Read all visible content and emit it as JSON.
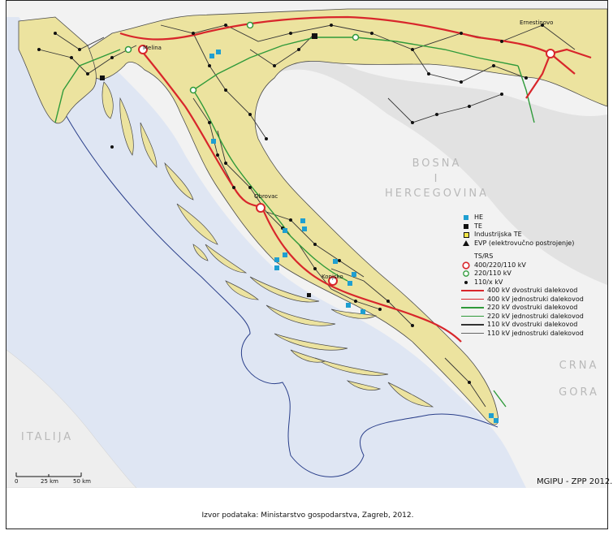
{
  "countries": {
    "bosnia_line1": "BOSNA",
    "bosnia_line2": "I",
    "bosnia_line3": "HERCEGOVINA",
    "montenegro_line1": "CRNA",
    "montenegro_line2": "GORA",
    "italy": "ITALIJA"
  },
  "places": {
    "melina": "Melina",
    "ernestinovo": "Ernestinovo",
    "obrovac": "Obrovac",
    "konjsko": "Konjsko"
  },
  "legend": {
    "plants": [
      {
        "label": "HE",
        "symbol": "square-blue",
        "color": "#1f9fd1"
      },
      {
        "label": "TE",
        "symbol": "square-black",
        "color": "#111111"
      },
      {
        "label": "Industrijska TE",
        "symbol": "square-yellow",
        "color": "#f4e84a"
      },
      {
        "label": "EVP (elektrovučno postrojenje)",
        "symbol": "triangle-black",
        "color": "#111111"
      }
    ],
    "substations_heading": "TS/RS",
    "substations": [
      {
        "label": "400/220/110 kV",
        "symbol": "ring-red",
        "color": "#d8262b"
      },
      {
        "label": "220/110 kV",
        "symbol": "ring-green",
        "color": "#2f9a3a"
      },
      {
        "label": "110/x kV",
        "symbol": "dot-black",
        "color": "#111111"
      }
    ],
    "lines": [
      {
        "label": "400 kV dvostruki dalekovod",
        "color": "#d8262b",
        "width": 2.5
      },
      {
        "label": "400 kV jednostruki dalekovod",
        "color": "#d8262b",
        "width": 1.2
      },
      {
        "label": "220 kV dvostruki dalekovod",
        "color": "#2f9a3a",
        "width": 2.5
      },
      {
        "label": "220 kV jednostruki dalekovod",
        "color": "#2f9a3a",
        "width": 1.2
      },
      {
        "label": "110 kV dvostruki dalekovod",
        "color": "#333333",
        "width": 2
      },
      {
        "label": "110 kV jednostruki dalekovod",
        "color": "#666666",
        "width": 1
      }
    ]
  },
  "scale": {
    "zero": "0",
    "mid": "25 km",
    "end": "50 km"
  },
  "credit": "MGIPU - ZPP 2012.",
  "source": "Izvor podataka: Ministarstvo gospodarstva, Zagreb, 2012.",
  "colors": {
    "land": "#ece39f",
    "land_stroke": "#4a4a4a",
    "sea": "#dfe6f3",
    "neighbor": "#f1f1f1",
    "line_400": "#d8262b",
    "line_220": "#2f9a3a",
    "line_110": "#333333",
    "hydro": "#1f9fd1"
  }
}
